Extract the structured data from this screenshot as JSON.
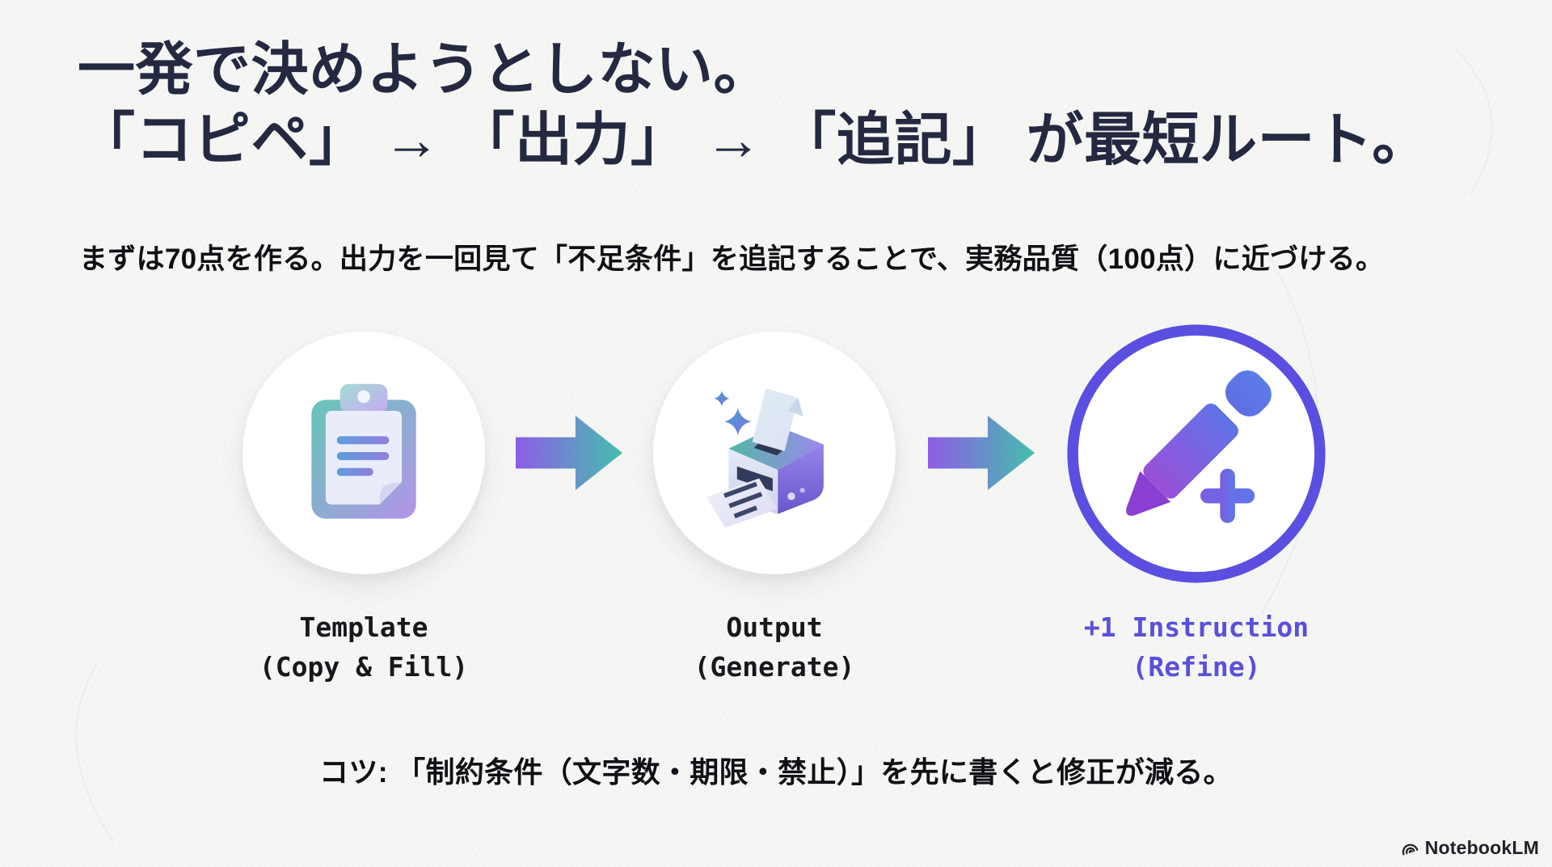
{
  "slide": {
    "title_line1": "一発で決めようとしない。",
    "title_line2": "「コピペ」 → 「出力」 → 「追記」 が最短ルート。",
    "subtitle": "まずは70点を作る。出力を一回見て「不足条件」を追記することで、実務品質（100点）に近づける。",
    "tip": "コツ: 「制約条件（文字数・期限・禁止）」を先に書くと修正が減る。",
    "brand": "NotebookLM"
  },
  "steps": [
    {
      "icon": "clipboard-icon",
      "label_line1": "Template",
      "label_line2": "(Copy & Fill)"
    },
    {
      "icon": "printer-icon",
      "label_line1": "Output",
      "label_line2": "(Generate)"
    },
    {
      "icon": "pencil-plus-icon",
      "label_line1": "+1 Instruction",
      "label_line2": "(Refine)"
    }
  ],
  "colors": {
    "background": "#f6f6f4",
    "title_text": "#242941",
    "body_text": "#0f1015",
    "arrow_gradient_start": "#8e5ce6",
    "arrow_gradient_end": "#44bfae",
    "refine_ring": "#5a4fe0",
    "refine_label": "#5a50d8"
  }
}
